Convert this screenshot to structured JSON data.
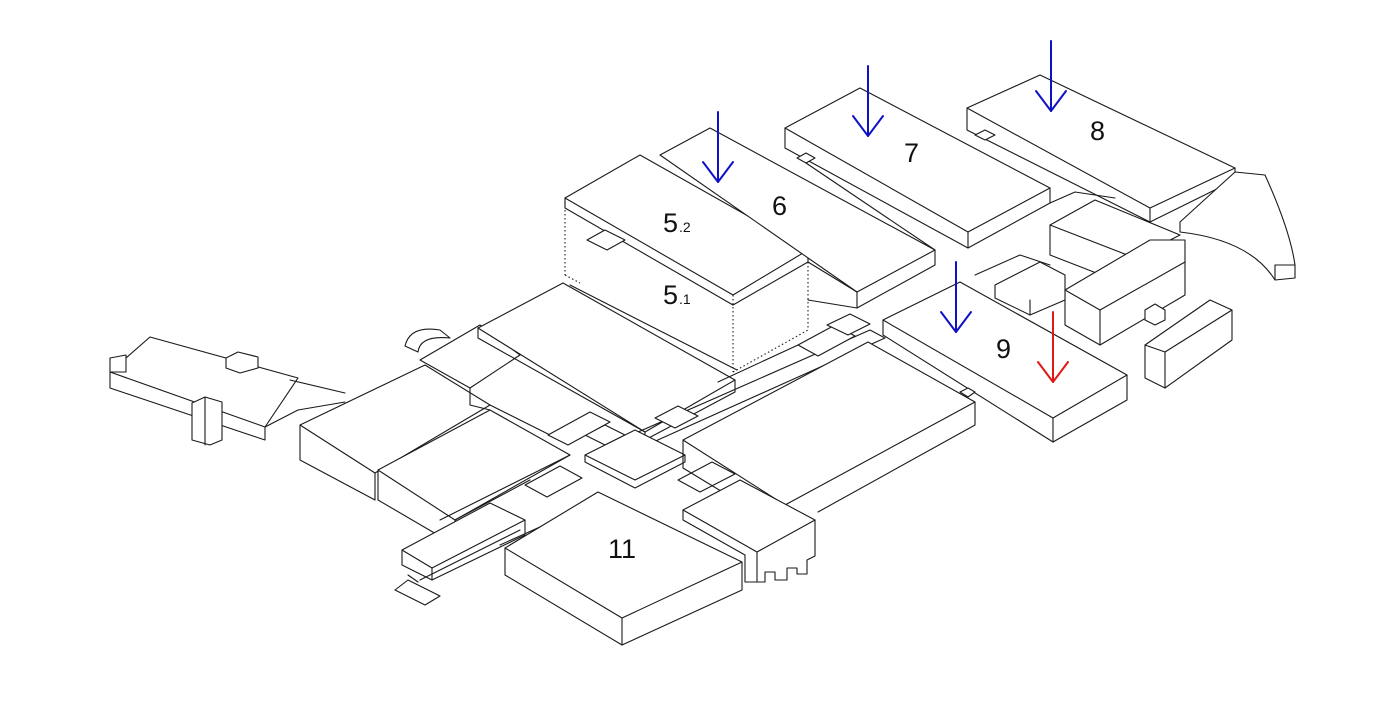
{
  "labels": {
    "b5_2": {
      "main": "5",
      "sub": ".2"
    },
    "b5_1": {
      "main": "5",
      "sub": ".1"
    },
    "b6": "6",
    "b7": "7",
    "b8": "8",
    "b9": "9",
    "b11": "11"
  },
  "colors": {
    "line": "#1a1a1a",
    "arrow_blue": "#1010c8",
    "arrow_red": "#e01818"
  },
  "arrows": [
    {
      "name": "arrow-down-blue-6",
      "color": "arrow_blue"
    },
    {
      "name": "arrow-down-blue-7",
      "color": "arrow_blue"
    },
    {
      "name": "arrow-down-blue-8",
      "color": "arrow_blue"
    },
    {
      "name": "arrow-down-blue-9",
      "color": "arrow_blue"
    },
    {
      "name": "arrow-down-red-9",
      "color": "arrow_red"
    }
  ]
}
